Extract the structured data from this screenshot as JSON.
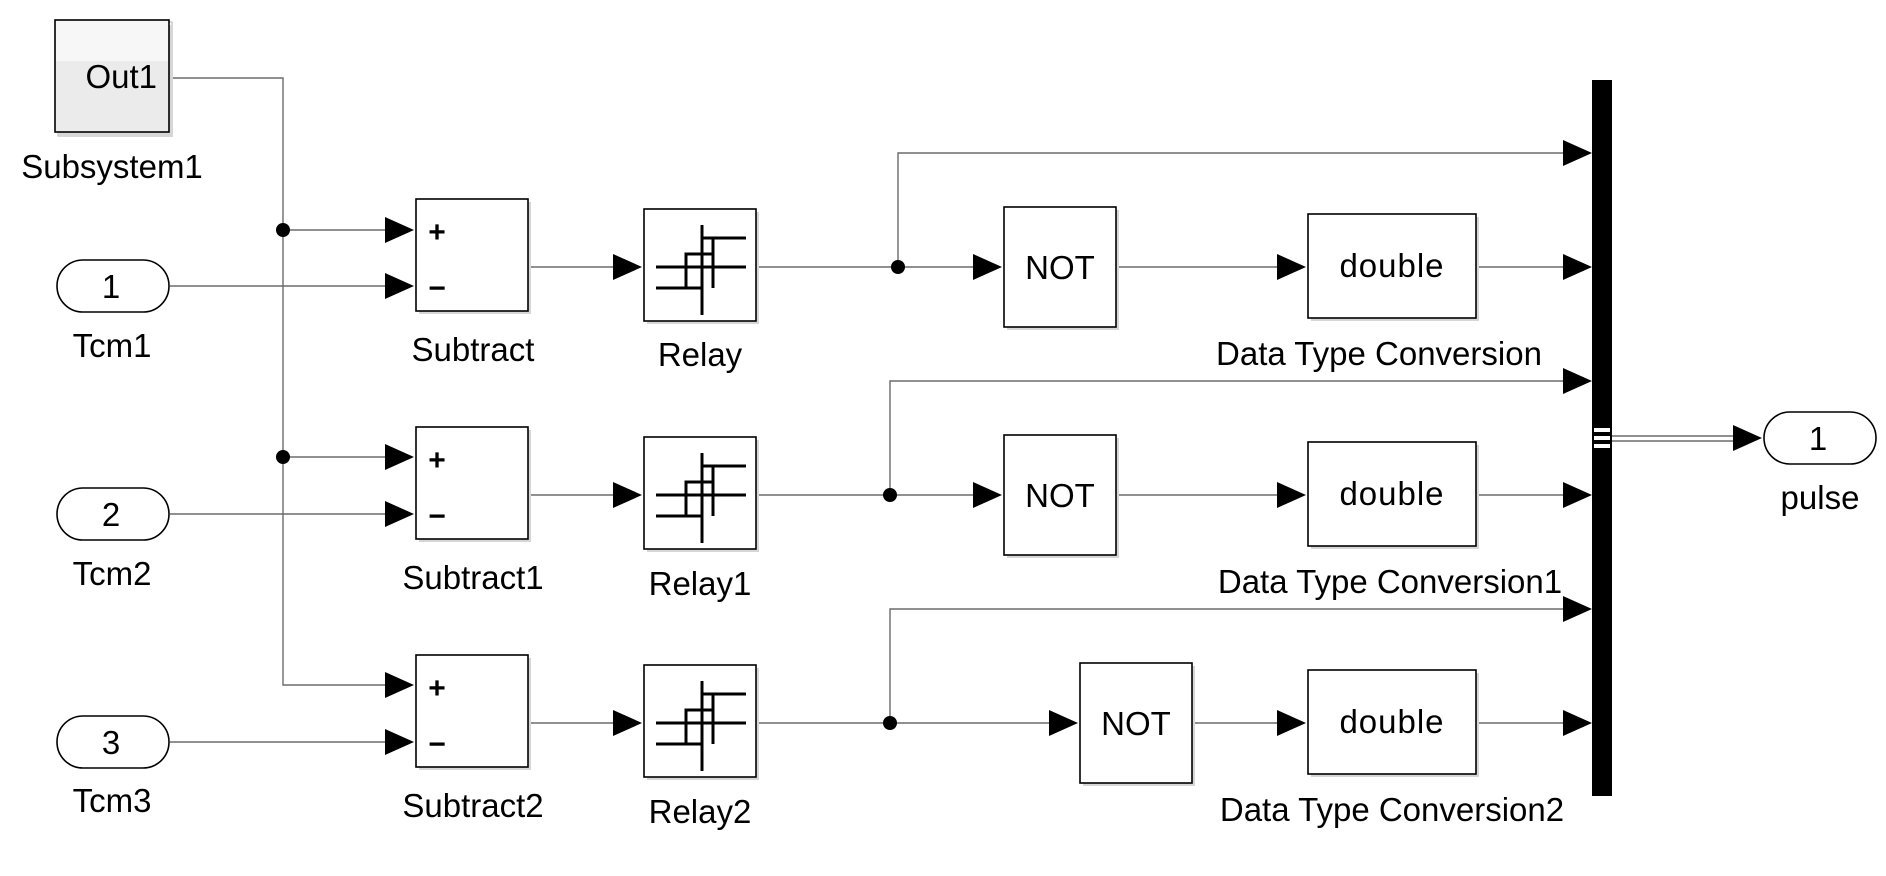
{
  "subsystem": {
    "port_label": "Out1",
    "name": "Subsystem1"
  },
  "inports": [
    {
      "number": "1",
      "name": "Tcm1"
    },
    {
      "number": "2",
      "name": "Tcm2"
    },
    {
      "number": "3",
      "name": "Tcm3"
    }
  ],
  "subtracts": [
    {
      "name": "Subtract",
      "plus": "+",
      "minus": "−"
    },
    {
      "name": "Subtract1",
      "plus": "+",
      "minus": "−"
    },
    {
      "name": "Subtract2",
      "plus": "+",
      "minus": "−"
    }
  ],
  "relays": [
    {
      "name": "Relay"
    },
    {
      "name": "Relay1"
    },
    {
      "name": "Relay2"
    }
  ],
  "nots": [
    {
      "label": "NOT"
    },
    {
      "label": "NOT"
    },
    {
      "label": "NOT"
    }
  ],
  "conversions": [
    {
      "label": "double",
      "name": "Data Type Conversion"
    },
    {
      "label": "double",
      "name": "Data Type Conversion1"
    },
    {
      "label": "double",
      "name": "Data Type Conversion2"
    }
  ],
  "outport": {
    "number": "1",
    "name": "pulse"
  }
}
